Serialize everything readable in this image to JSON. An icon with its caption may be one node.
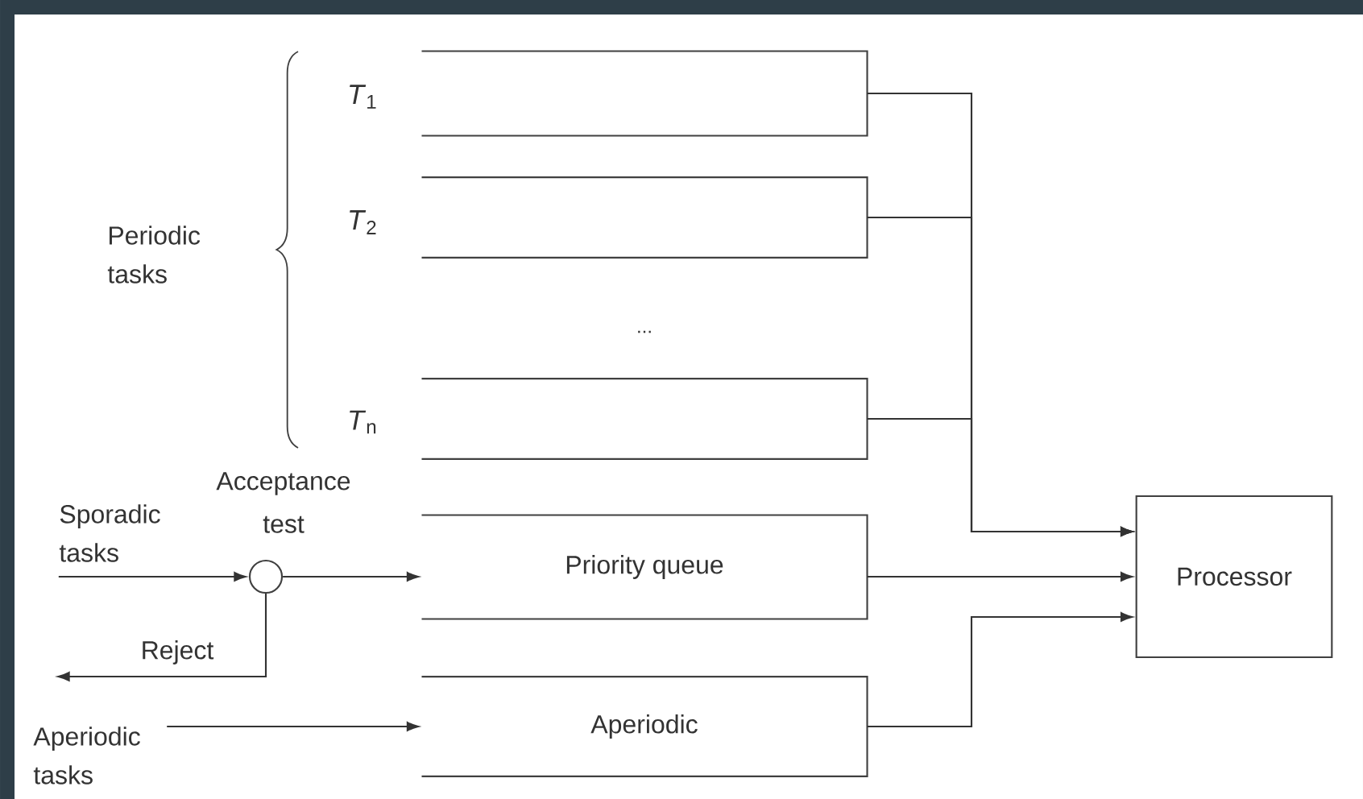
{
  "diagram": {
    "nodes": [
      {
        "text": [],
        "shape": "queue",
        "beside": [
          "*T*$_{1}$"
        ]
      },
      {
        "text": [],
        "shape": "queue",
        "beside": [
          "*T*$_{2}$"
        ]
      },
      {
        "text": [],
        "shape": "queue",
        "beside": [
          "*T*$_{n}$"
        ]
      },
      {
        "text": [
          "Priority queue"
        ]
      },
      {
        "text": [
          "Aperiodic"
        ]
      },
      {
        "text": [
          "Processor"
        ]
      },
      {
        "text": [],
        "shape": "circle",
        "beside": [
          "Acceptance test"
        ]
      },
      {
        "text": [
          "Sporadic tasks"
        ]
      },
      {
        "text": [
          "Aperiodic tasks"
        ]
      }
    ],
    "edges": [
      {
        "from": 0,
        "to": 5,
        "arrow": "to"
      },
      {
        "from": 1,
        "to": 5,
        "arrow": "to"
      },
      {
        "from": 2,
        "to": 5,
        "arrow": "to"
      },
      {
        "from": 3,
        "to": 5,
        "arrow": "to"
      },
      {
        "from": 4,
        "to": 5,
        "arrow": "to"
      },
      {
        "from": 7,
        "to": 6,
        "arrow": "to"
      },
      {
        "from": 6,
        "to": 3,
        "arrow": "to"
      },
      {
        "from": 6,
        "to": null,
        "arrow": "to",
        "label": "Reject"
      },
      {
        "from": 8,
        "to": 4,
        "arrow": "to"
      }
    ],
    "labels": [
      "Periodic tasks",
      "..."
    ]
  }
}
